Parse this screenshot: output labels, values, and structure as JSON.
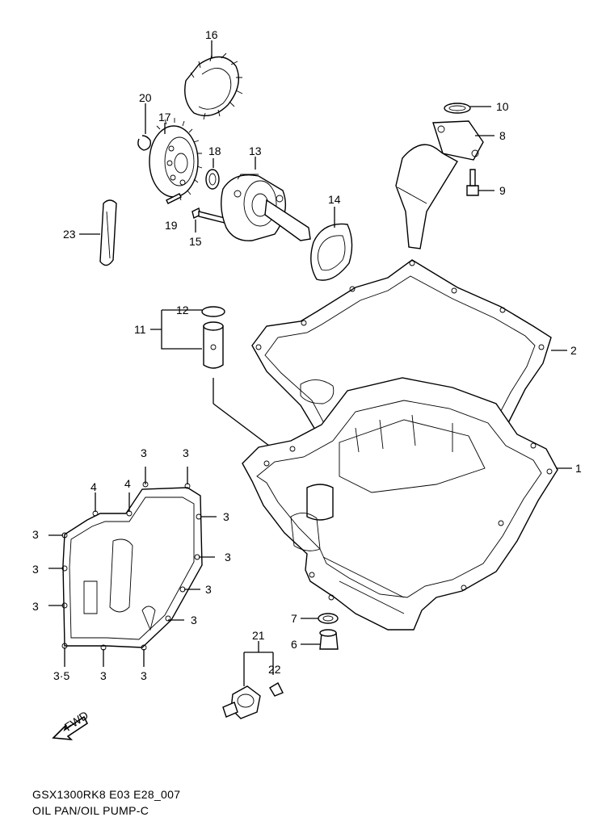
{
  "diagram": {
    "code": "GSX1300RK8 E03 E28_007",
    "title": "OIL PAN/OIL PUMP-C",
    "fwd_label": "FWD",
    "callouts": {
      "c1": "1",
      "c2": "2",
      "c6": "6",
      "c7": "7",
      "c8": "8",
      "c9": "9",
      "c10": "10",
      "c11": "11",
      "c12": "12",
      "c13": "13",
      "c14": "14",
      "c15": "15",
      "c16": "16",
      "c17": "17",
      "c18": "18",
      "c19": "19",
      "c20": "20",
      "c21": "21",
      "c22": "22",
      "c23": "23",
      "c3": "3",
      "c4": "4",
      "c35": "3·5"
    }
  }
}
